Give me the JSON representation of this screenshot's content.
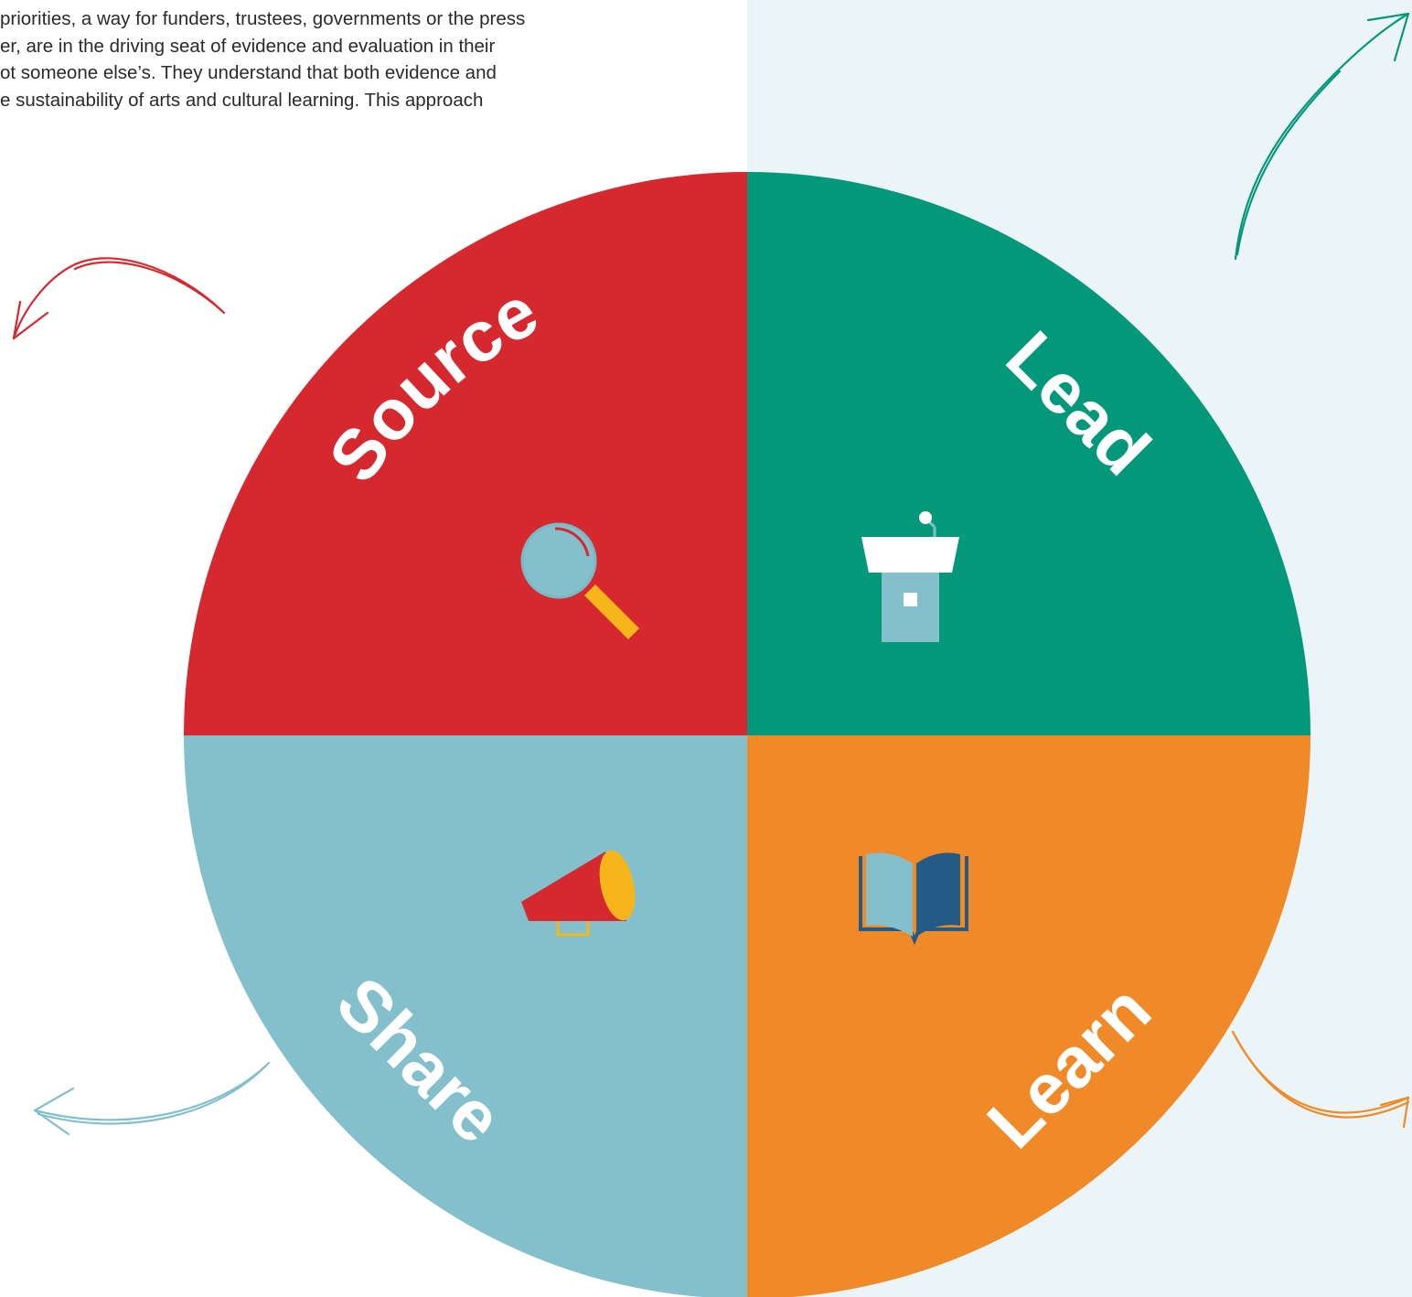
{
  "intro": {
    "lines": [
      "priorities, a way for funders, trustees, governments or the press",
      "er, are in the driving seat of evidence and evaluation in their",
      "ot someone else’s. They understand that both evidence and",
      "e sustainability of arts and cultural learning. This approach"
    ]
  },
  "cycle": {
    "quadrants": [
      {
        "label": "Source",
        "color": "#d5282f",
        "icon": "magnifying-glass-icon"
      },
      {
        "label": "Lead",
        "color": "#04987a",
        "icon": "podium-icon"
      },
      {
        "label": "Learn",
        "color": "#f08a29",
        "icon": "open-book-icon"
      },
      {
        "label": "Share",
        "color": "#83c0cc",
        "icon": "megaphone-icon"
      }
    ],
    "arrow_colors": {
      "source": "#d5282f",
      "lead": "#04987a",
      "learn": "#f08a29",
      "share": "#83c0cc"
    }
  },
  "colors": {
    "panel_background": "#ebf4f6",
    "icon_blue": "#83c0cc",
    "icon_yellow": "#f6b51a",
    "icon_navy": "#245a86"
  }
}
